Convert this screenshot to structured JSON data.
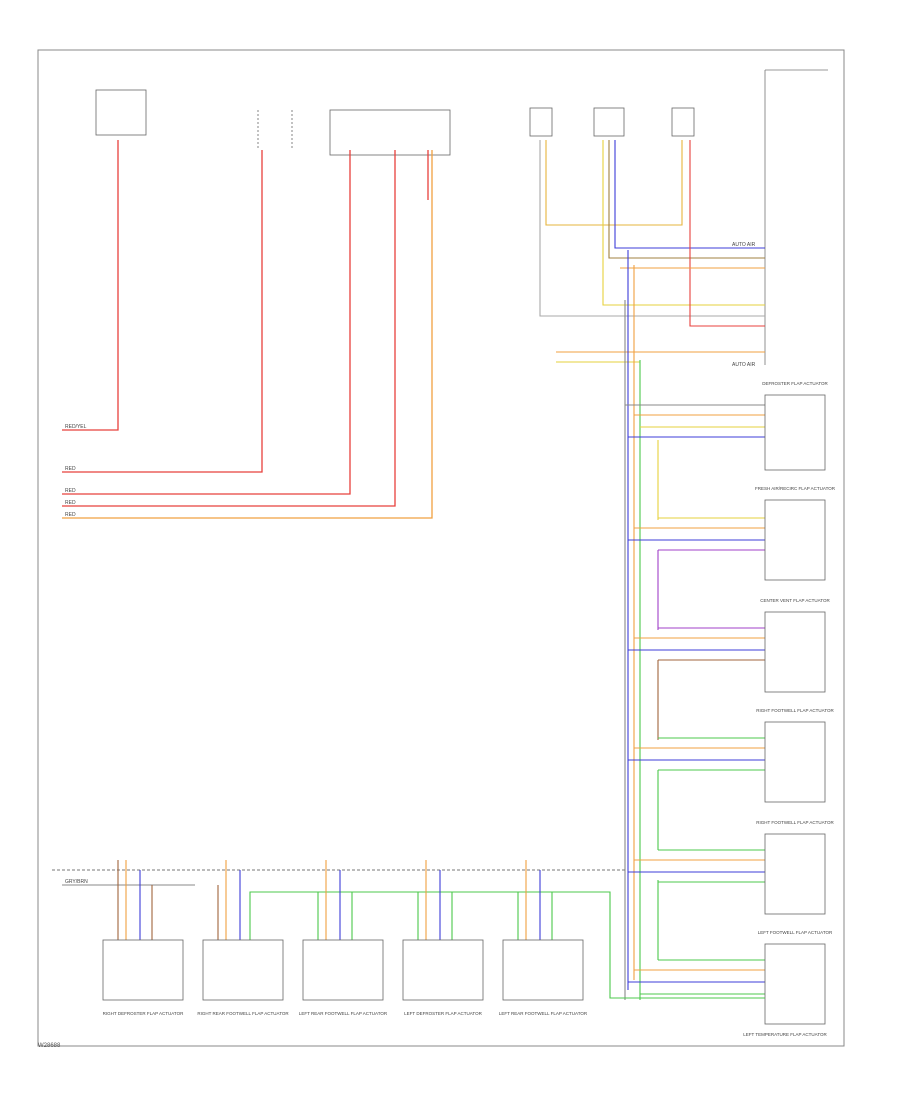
{
  "page_code": "W28688",
  "colors": {
    "frame": "#888888",
    "red": "#e8403c",
    "orange": "#f0a040",
    "yellow": "#e6d23c",
    "green": "#4cc84c",
    "blue": "#3c3cd8",
    "violet": "#a040c8",
    "brown": "#a0643c",
    "gray": "#a0a0a0",
    "black": "#333333"
  },
  "labels": {
    "left_wire_1": "RED/YEL",
    "left_wire_2": "RED",
    "left_wire_3": "RED",
    "left_wire_4": "RED",
    "left_wire_5": "RED",
    "ground_bus": "GRY/BRN",
    "module_top": "AUTO AIR",
    "module_bottom": "AUTO AIR"
  },
  "actuators_bottom": [
    {
      "name": "RIGHT DEFROSTER FLAP ACTUATOR"
    },
    {
      "name": "RIGHT REAR FOOTWELL FLAP ACTUATOR"
    },
    {
      "name": "LEFT REAR FOOTWELL FLAP ACTUATOR"
    },
    {
      "name": "LEFT DEFROSTER FLAP ACTUATOR"
    },
    {
      "name": "LEFT REAR FOOTWELL FLAP ACTUATOR"
    }
  ],
  "actuators_right": [
    {
      "name": "DEFROSTER FLAP ACTUATOR"
    },
    {
      "name": "FRESH AIR/RECIRC FLAP ACTUATOR"
    },
    {
      "name": "CENTER VENT FLAP ACTUATOR"
    },
    {
      "name": "RIGHT FOOTWELL FLAP ACTUATOR"
    },
    {
      "name": "RIGHT FOOTWELL FLAP ACTUATOR"
    },
    {
      "name": "LEFT FOOTWELL FLAP ACTUATOR"
    }
  ],
  "right_bottom_caption": "LEFT TEMPERATURE FLAP ACTUATOR"
}
